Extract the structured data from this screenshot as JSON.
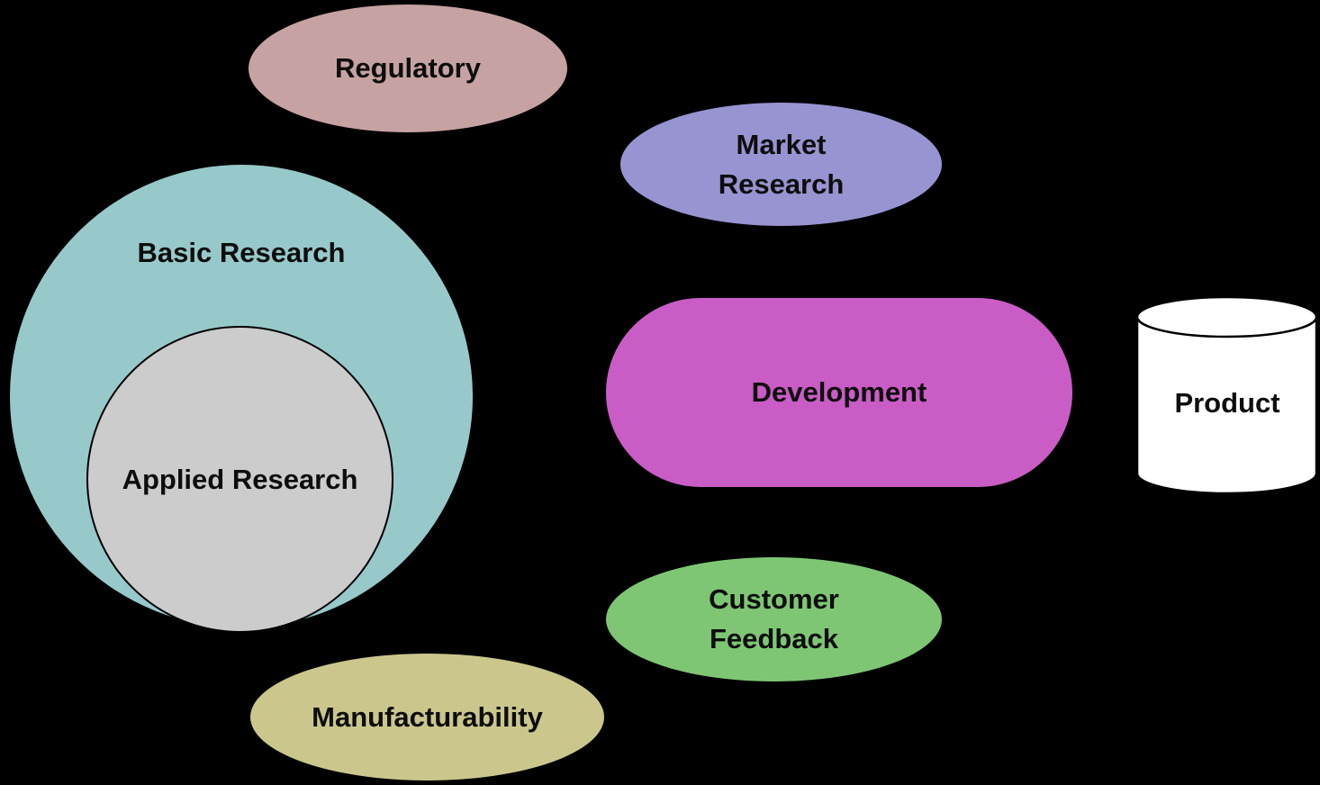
{
  "diagram": {
    "background": "#000000",
    "text_color": "#0d0d0d",
    "stroke_color": "#000000",
    "nodes": {
      "regulatory": {
        "label": "Regulatory",
        "shape": "ellipse",
        "fill": "#c7a2a2"
      },
      "market_research": {
        "label": "Market\nResearch",
        "shape": "ellipse",
        "fill": "#9894d2"
      },
      "basic_research": {
        "label": "Basic Research",
        "shape": "circle",
        "fill": "#97c9cb"
      },
      "applied_research": {
        "label": "Applied Research",
        "shape": "circle",
        "fill": "#cccccc"
      },
      "development": {
        "label": "Development",
        "shape": "rounded-rectangle",
        "fill": "#ca5cc6"
      },
      "product": {
        "label": "Product",
        "shape": "cylinder",
        "fill": "#ffffff"
      },
      "customer_feedback": {
        "label": "Customer\nFeedback",
        "shape": "ellipse",
        "fill": "#7ec674"
      },
      "manufacturability": {
        "label": "Manufacturability",
        "shape": "ellipse",
        "fill": "#cbc68c"
      }
    }
  }
}
